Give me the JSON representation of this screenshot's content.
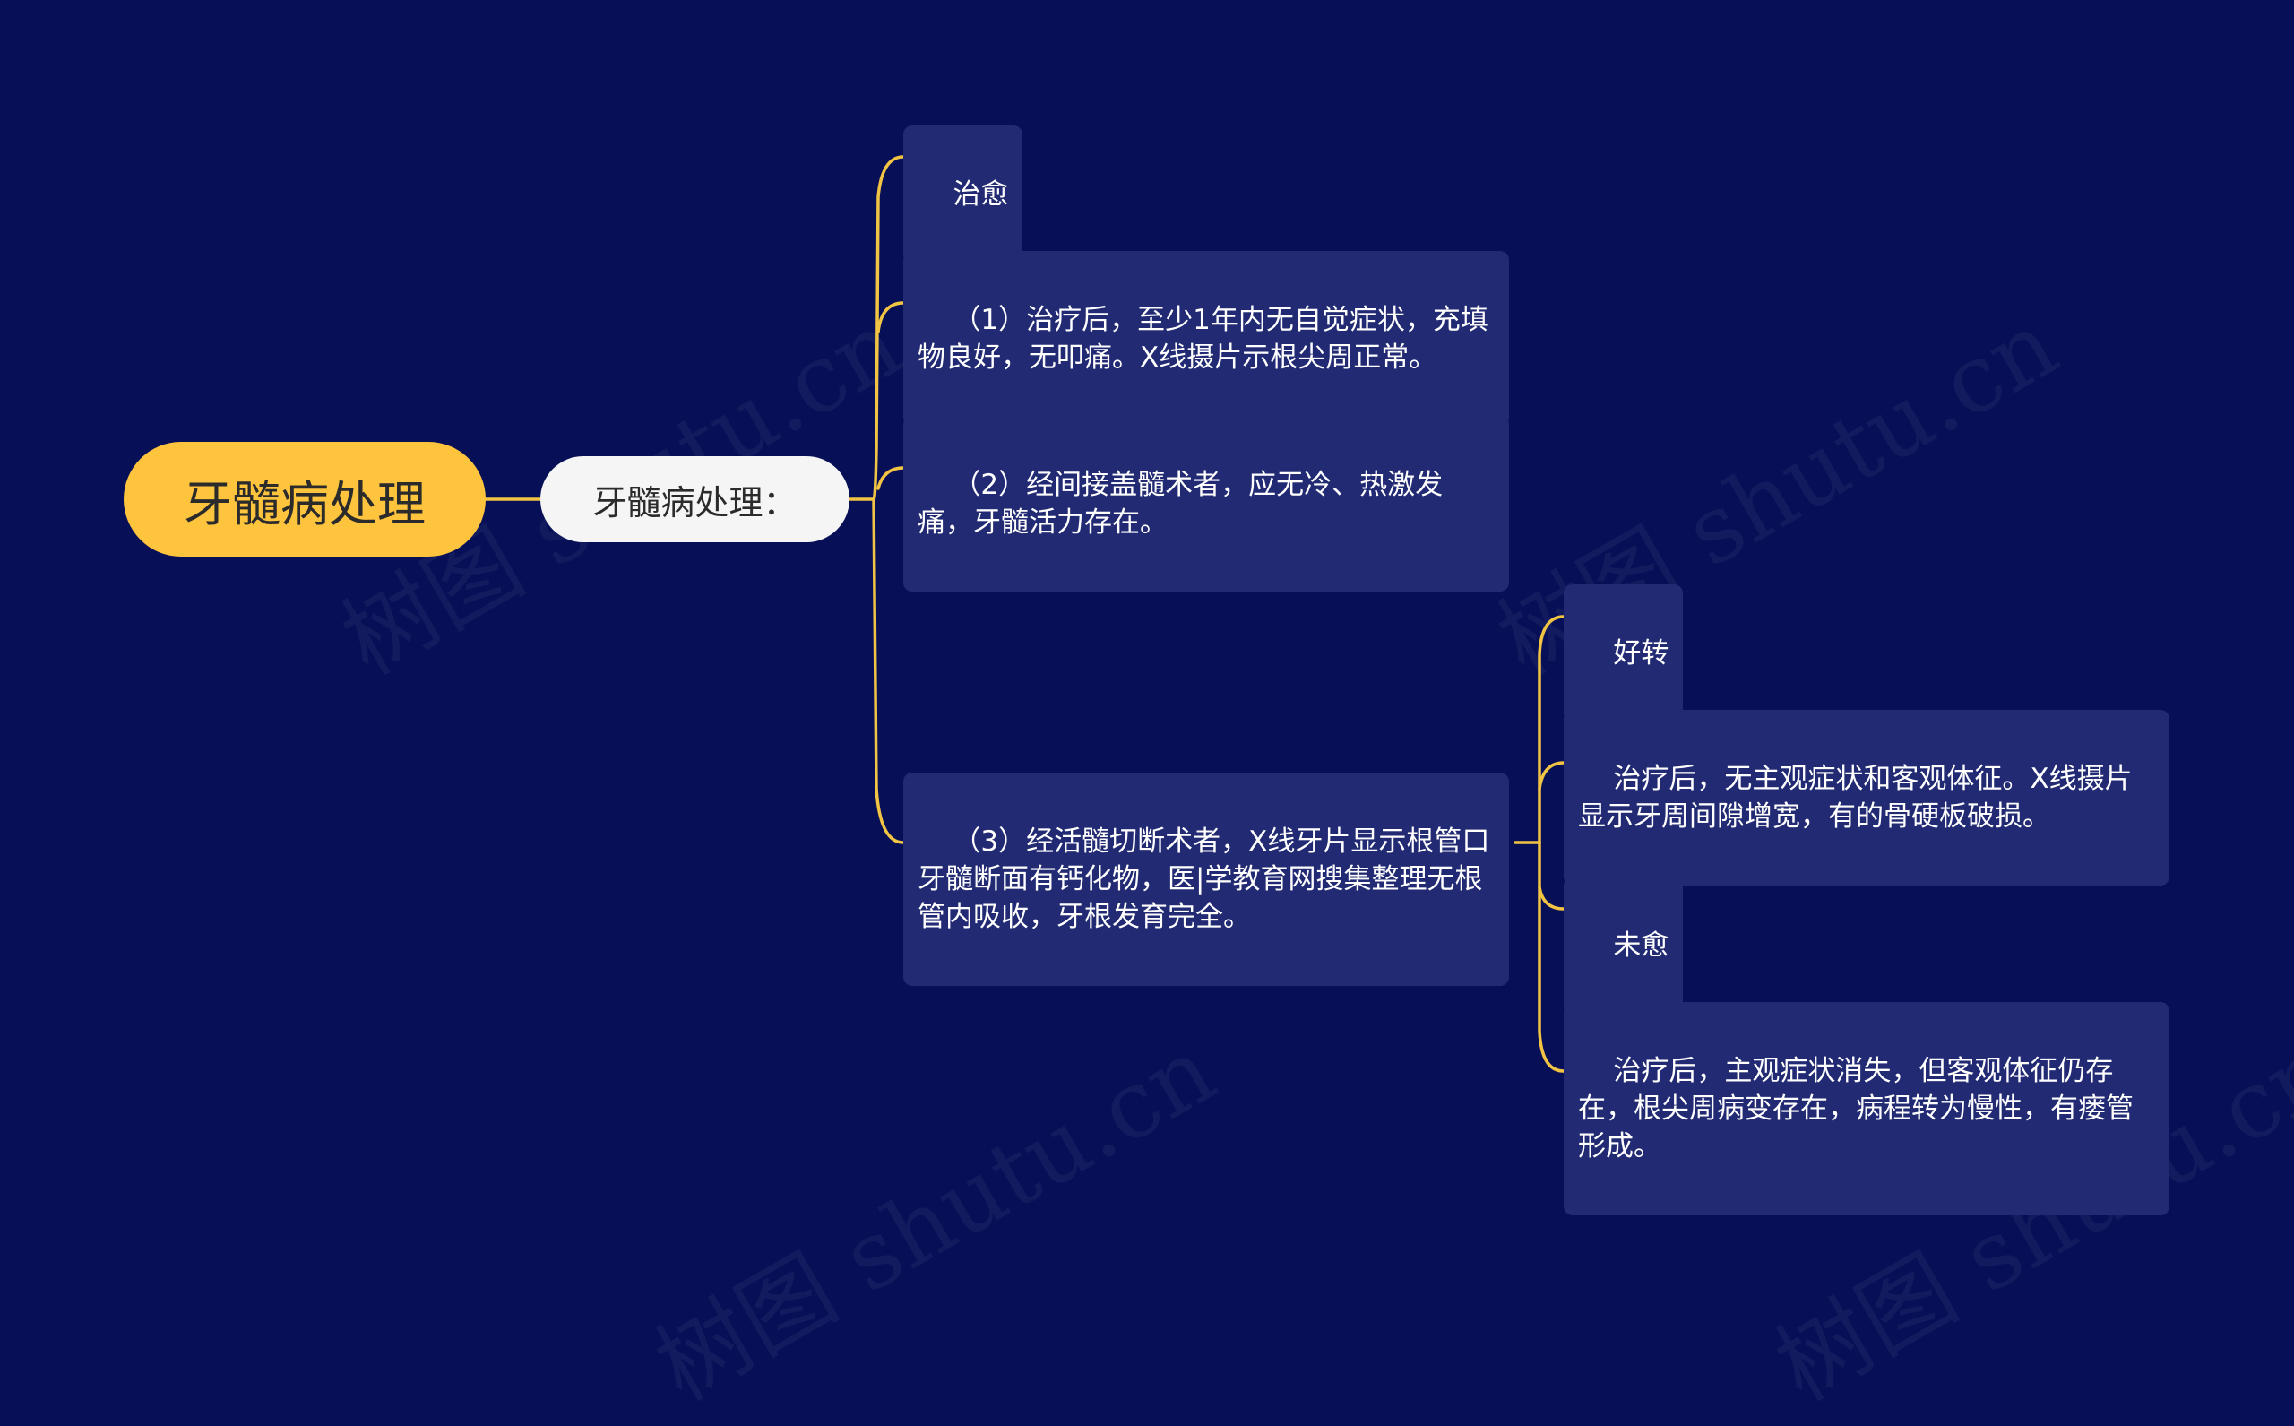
{
  "diagram": {
    "root": {
      "label": "牙髓病处理"
    },
    "sub": {
      "label": "牙髓病处理："
    },
    "nodes": {
      "cured_title": "治愈",
      "item1": "（1）治疗后，至少1年内无自觉症状，充填物良好，无叩痛。X线摄片示根尖周正常。",
      "item2": "（2）经间接盖髓术者，应无冷、热激发痛，牙髓活力存在。",
      "item3": "（3）经活髓切断术者，X线牙片显示根管口牙髓断面有钙化物，医|学教育网搜集整理无根管内吸收，牙根发育完全。",
      "improved_title": "好转",
      "improved_text": "治疗后，无主观症状和客观体征。X线摄片显示牙周间隙增宽，有的骨硬板破损。",
      "uncured_title": "未愈",
      "uncured_text": "治疗后，主观症状消失，但客观体征仍存在，根尖周病变存在，病程转为慢性，有瘘管形成。"
    },
    "watermark": "树图 shutu.cn",
    "colors": {
      "background": "#070f57",
      "root_fill": "#ffc43d",
      "sub_fill": "#f5f5f5",
      "leaf_fill": "#212a72",
      "connector": "#f2c443"
    }
  }
}
